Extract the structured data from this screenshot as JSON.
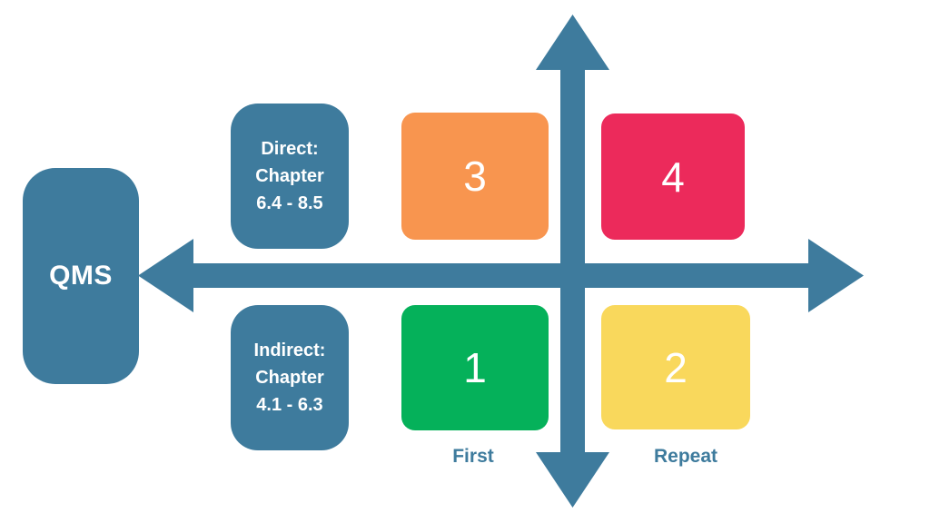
{
  "diagram": {
    "background_color": "#ffffff",
    "axis_color": "#3e7b9d",
    "qms_box": {
      "label": "QMS",
      "color": "#3e7b9d",
      "text_color": "#ffffff"
    },
    "direct_box": {
      "lines": [
        "Direct:",
        "Chapter",
        "6.4 - 8.5"
      ],
      "color": "#3e7b9d",
      "text_color": "#ffffff"
    },
    "indirect_box": {
      "lines": [
        "Indirect:",
        "Chapter",
        "4.1 - 6.3"
      ],
      "color": "#3e7b9d",
      "text_color": "#ffffff"
    },
    "quadrants": [
      {
        "number": "3",
        "position": "top-left",
        "color": "#f8954f",
        "text_color": "#ffffff"
      },
      {
        "number": "4",
        "position": "top-right",
        "color": "#ec2a5b",
        "text_color": "#ffffff"
      },
      {
        "number": "1",
        "position": "bottom-left",
        "color": "#05b15a",
        "text_color": "#ffffff"
      },
      {
        "number": "2",
        "position": "bottom-right",
        "color": "#f9d85c",
        "text_color": "#ffffff"
      }
    ],
    "x_axis_labels": [
      {
        "text": "First"
      },
      {
        "text": "Repeat"
      }
    ],
    "axis_label_color": "#3e7b9d"
  }
}
